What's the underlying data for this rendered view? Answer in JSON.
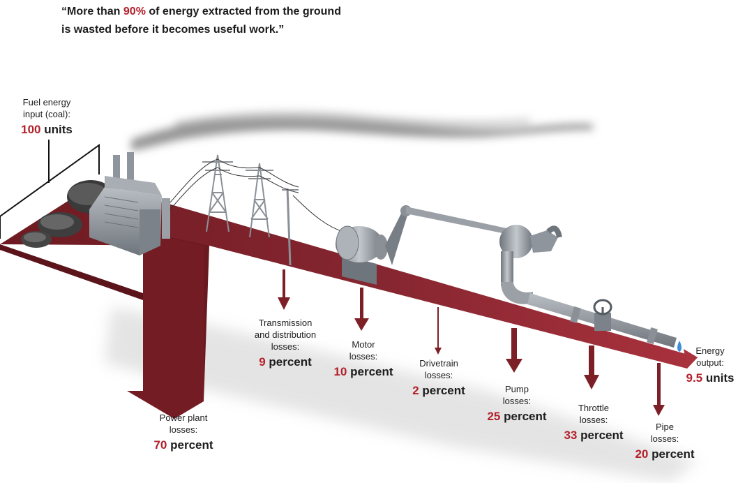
{
  "quote": {
    "line1_pre": "“More than ",
    "highlight": "90%",
    "line1_post": " of energy extracted from the ground",
    "line2": "is wasted before it becomes useful work.”"
  },
  "colors": {
    "flow": "#7d1f26",
    "flow_light": "#9a2a33",
    "accent_text": "#b3202a",
    "machinery": "#8e949b",
    "smoke": "#6f6f6f",
    "shadow": "#d6d6d6"
  },
  "input": {
    "label_line1": "Fuel energy",
    "label_line2": "input (coal):",
    "value": "100",
    "unit": "units"
  },
  "output": {
    "label_line1": "Energy",
    "label_line2": "output:",
    "value": "9.5",
    "unit": "units"
  },
  "losses": [
    {
      "name_line1": "Power plant",
      "name_line2": "losses:",
      "value": "70",
      "unit": "percent"
    },
    {
      "name_line1": "Transmission",
      "name_line2": "and distribution",
      "name_line3": "losses:",
      "value": "9",
      "unit": "percent"
    },
    {
      "name_line1": "Motor",
      "name_line2": "losses:",
      "value": "10",
      "unit": "percent"
    },
    {
      "name_line1": "Drivetrain",
      "name_line2": "losses:",
      "value": "2",
      "unit": "percent"
    },
    {
      "name_line1": "Pump",
      "name_line2": "losses:",
      "value": "25",
      "unit": "percent"
    },
    {
      "name_line1": "Throttle",
      "name_line2": "losses:",
      "value": "33",
      "unit": "percent"
    },
    {
      "name_line1": "Pipe",
      "name_line2": "losses:",
      "value": "20",
      "unit": "percent"
    }
  ]
}
